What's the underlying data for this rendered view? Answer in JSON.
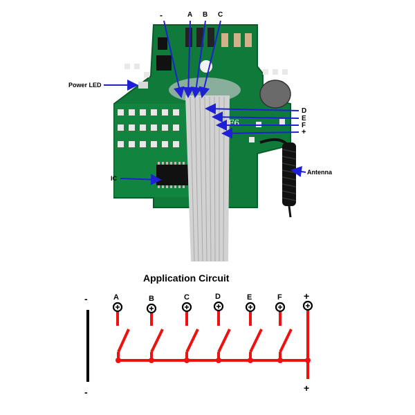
{
  "photo": {
    "pin_labels_top": [
      "-",
      "A",
      "B",
      "C"
    ],
    "pin_labels_side": [
      "D",
      "E",
      "F",
      "+"
    ],
    "callouts": {
      "power_led": "Power LED",
      "ic": "IC",
      "antenna": "Antenna"
    },
    "board_marking": "F6",
    "colors": {
      "pcb": "#0f7a3a",
      "pcb_dark": "#0a5a2a",
      "ribbon": "#d2d2d2",
      "arrow": "#1f1fd6"
    }
  },
  "circuit": {
    "title": "Application Circuit",
    "terminals": [
      "A",
      "B",
      "C",
      "D",
      "E",
      "F"
    ],
    "neg_label": "-",
    "pos_label": "+",
    "colors": {
      "wire_red": "#ee1111",
      "wire_black": "#000000"
    }
  }
}
